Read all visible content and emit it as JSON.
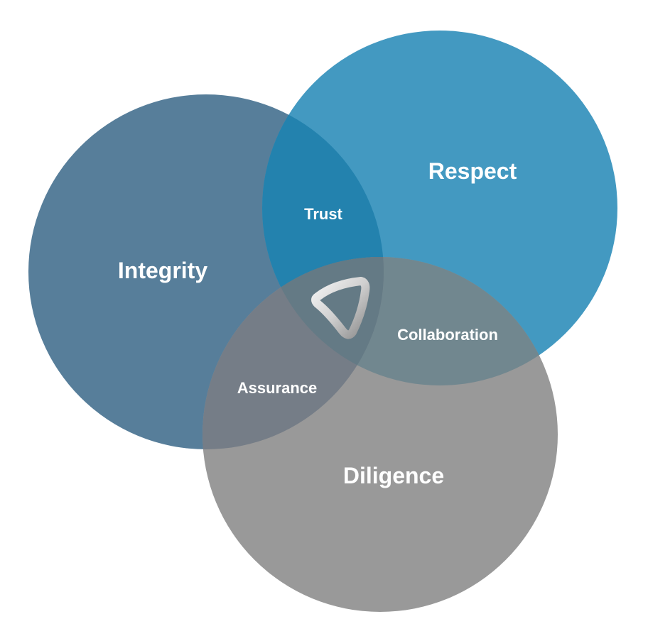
{
  "circles": {
    "integrity": {
      "label": "Integrity",
      "color": "#577E9A"
    },
    "respect": {
      "label": "Respect",
      "color": "#4399C1"
    },
    "diligence": {
      "label": "Diligence",
      "color": "#999999"
    }
  },
  "overlaps": {
    "trust": {
      "label": "Trust",
      "color": "#2382AE"
    },
    "collaboration": {
      "label": "Collaboration",
      "color": "#71878F"
    },
    "assurance": {
      "label": "Assurance",
      "color": "#757D87"
    },
    "center": {
      "color": "#647A85"
    }
  },
  "center_icon": "triangle-ribbon-logo-icon"
}
